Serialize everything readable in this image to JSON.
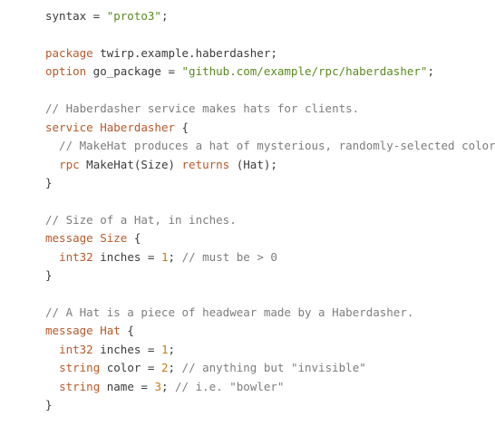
{
  "code": {
    "language": "proto",
    "lines": [
      [
        {
          "t": "syntax = ",
          "c": "pl"
        },
        {
          "t": "\"proto3\"",
          "c": "str"
        },
        {
          "t": ";",
          "c": "pl"
        }
      ],
      [],
      [
        {
          "t": "package",
          "c": "kw"
        },
        {
          "t": " twirp.example.haberdasher;",
          "c": "pl"
        }
      ],
      [
        {
          "t": "option",
          "c": "kw"
        },
        {
          "t": " go_package = ",
          "c": "pl"
        },
        {
          "t": "\"github.com/example/rpc/haberdasher\"",
          "c": "str"
        },
        {
          "t": ";",
          "c": "pl"
        }
      ],
      [],
      [
        {
          "t": "// Haberdasher service makes hats for clients.",
          "c": "cm"
        }
      ],
      [
        {
          "t": "service",
          "c": "kw"
        },
        {
          "t": " ",
          "c": "pl"
        },
        {
          "t": "Haberdasher",
          "c": "ty"
        },
        {
          "t": " {",
          "c": "pl"
        }
      ],
      [
        {
          "t": "  // MakeHat produces a hat of mysterious, randomly-selected color!",
          "c": "cm"
        }
      ],
      [
        {
          "t": "  ",
          "c": "pl"
        },
        {
          "t": "rpc",
          "c": "kw"
        },
        {
          "t": " MakeHat(Size) ",
          "c": "pl"
        },
        {
          "t": "returns",
          "c": "kw"
        },
        {
          "t": " (Hat);",
          "c": "pl"
        }
      ],
      [
        {
          "t": "}",
          "c": "pl"
        }
      ],
      [],
      [
        {
          "t": "// Size of a Hat, in inches.",
          "c": "cm"
        }
      ],
      [
        {
          "t": "message",
          "c": "kw"
        },
        {
          "t": " ",
          "c": "pl"
        },
        {
          "t": "Size",
          "c": "ty"
        },
        {
          "t": " {",
          "c": "pl"
        }
      ],
      [
        {
          "t": "  ",
          "c": "pl"
        },
        {
          "t": "int32",
          "c": "kw"
        },
        {
          "t": " inches = ",
          "c": "pl"
        },
        {
          "t": "1",
          "c": "num"
        },
        {
          "t": "; ",
          "c": "pl"
        },
        {
          "t": "// must be > 0",
          "c": "cm"
        }
      ],
      [
        {
          "t": "}",
          "c": "pl"
        }
      ],
      [],
      [
        {
          "t": "// A Hat is a piece of headwear made by a Haberdasher.",
          "c": "cm"
        }
      ],
      [
        {
          "t": "message",
          "c": "kw"
        },
        {
          "t": " ",
          "c": "pl"
        },
        {
          "t": "Hat",
          "c": "ty"
        },
        {
          "t": " {",
          "c": "pl"
        }
      ],
      [
        {
          "t": "  ",
          "c": "pl"
        },
        {
          "t": "int32",
          "c": "kw"
        },
        {
          "t": " inches = ",
          "c": "pl"
        },
        {
          "t": "1",
          "c": "num"
        },
        {
          "t": ";",
          "c": "pl"
        }
      ],
      [
        {
          "t": "  ",
          "c": "pl"
        },
        {
          "t": "string",
          "c": "kw"
        },
        {
          "t": " color = ",
          "c": "pl"
        },
        {
          "t": "2",
          "c": "num"
        },
        {
          "t": "; ",
          "c": "pl"
        },
        {
          "t": "// anything but \"invisible\"",
          "c": "cm"
        }
      ],
      [
        {
          "t": "  ",
          "c": "pl"
        },
        {
          "t": "string",
          "c": "kw"
        },
        {
          "t": " name = ",
          "c": "pl"
        },
        {
          "t": "3",
          "c": "num"
        },
        {
          "t": "; ",
          "c": "pl"
        },
        {
          "t": "// i.e. \"bowler\"",
          "c": "cm"
        }
      ],
      [
        {
          "t": "}",
          "c": "pl"
        }
      ]
    ]
  }
}
